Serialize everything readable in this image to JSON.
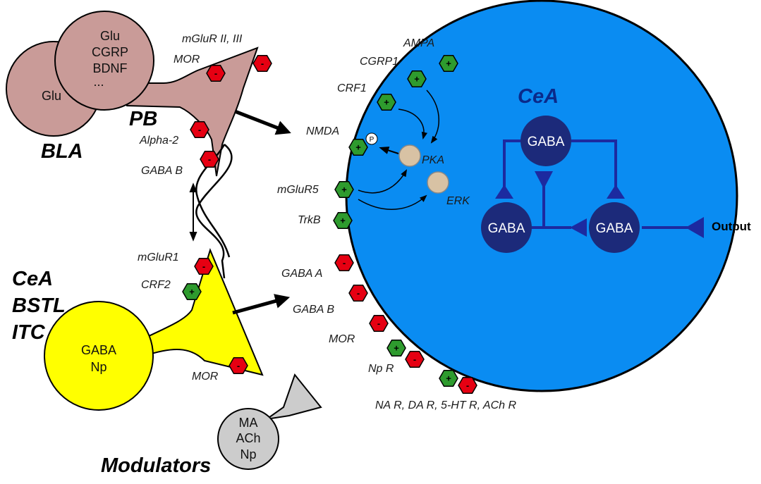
{
  "colors": {
    "cea_cell": "#0a8cf2",
    "cea_text": "#0a2a8a",
    "gaba_circle": "#1c2a7a",
    "circuit": "#1c2aa0",
    "bla_pb": "#c99b98",
    "cea_group": "#ffff00",
    "modulators": "#cccccc",
    "excitatory_receptor": "#2e9b2e",
    "inhibitory_receptor": "#e60012",
    "kinase": "#d8c2a4"
  },
  "regions": {
    "bla": "BLA",
    "pb": "PB",
    "cea_bstl_itc": [
      "CeA",
      "BSTL",
      "ITC"
    ],
    "cea": "CeA",
    "modulators": "Modulators"
  },
  "cells": {
    "bla_soma": [
      "Glu"
    ],
    "pb_soma": [
      "Glu",
      "CGRP",
      "BDNF",
      "..."
    ],
    "gaba_soma": [
      "GABA",
      "Np"
    ],
    "modulator_soma": [
      "MA",
      "ACh",
      "Np"
    ]
  },
  "circuit": {
    "neurons": [
      "GABA",
      "GABA",
      "GABA"
    ],
    "output_label": "Output"
  },
  "receptor_labels": {
    "mglur_ii_iii": "mGluR II, III",
    "mor_pb": "MOR",
    "alpha2": "Alpha-2",
    "gaba_b_pb": "GABA B",
    "mglur1": "mGluR1",
    "crf2": "CRF2",
    "mor_yellow": "MOR",
    "ampa": "AMPA",
    "cgrp1": "CGRP1",
    "crf1": "CRF1",
    "nmda": "NMDA",
    "mglur5": "mGluR5",
    "trkb": "TrkB",
    "gaba_a": "GABA A",
    "gaba_b": "GABA B",
    "mor_cea": "MOR",
    "np_r": "Np R",
    "monoamine": "NA R, DA R, 5-HT R, ACh R"
  },
  "signaling": {
    "pka": "PKA",
    "erk": "ERK",
    "phospho": "P"
  },
  "signs": {
    "plus": "+",
    "minus": "-"
  }
}
